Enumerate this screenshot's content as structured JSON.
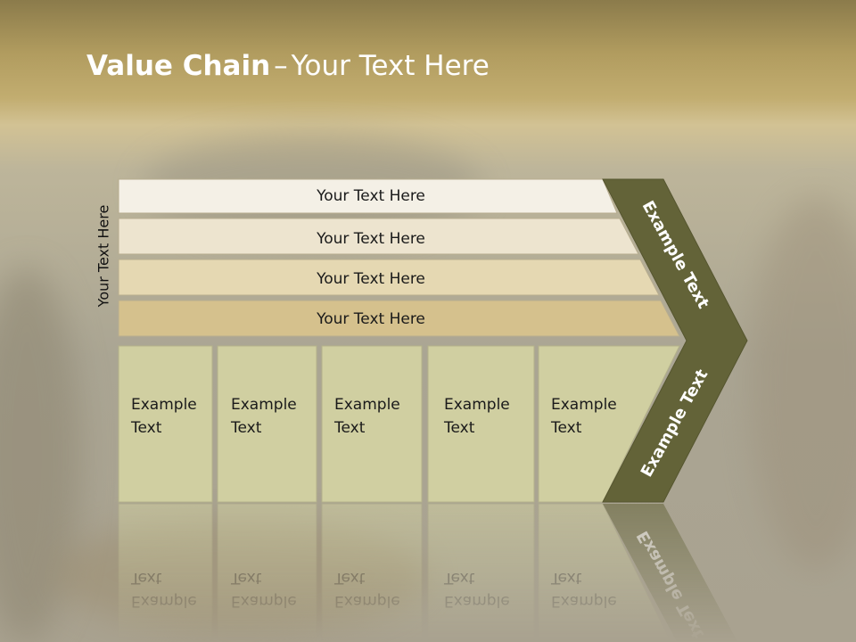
{
  "title": {
    "bold": "Value Chain",
    "separator": "–",
    "rest": "Your Text Here"
  },
  "side_label": "Your Text Here",
  "support_rows": [
    "Your Text Here",
    "Your Text Here",
    "Your Text Here",
    "Your Text Here"
  ],
  "primary_cells": [
    [
      "Example",
      "Text"
    ],
    [
      "Example",
      "Text"
    ],
    [
      "Example",
      "Text"
    ],
    [
      "Example",
      "Text"
    ],
    [
      "Example",
      "Text"
    ]
  ],
  "chevron_labels": {
    "upper": "Example Text",
    "lower": "Example Text"
  },
  "colors": {
    "row_fills": [
      "#f4f0e6",
      "#ede4cf",
      "#e5d8b2",
      "#d5c18d"
    ],
    "cell_fill": "#d0cfa1",
    "chevron": "#636338",
    "chevron_text": "#ffffff"
  }
}
